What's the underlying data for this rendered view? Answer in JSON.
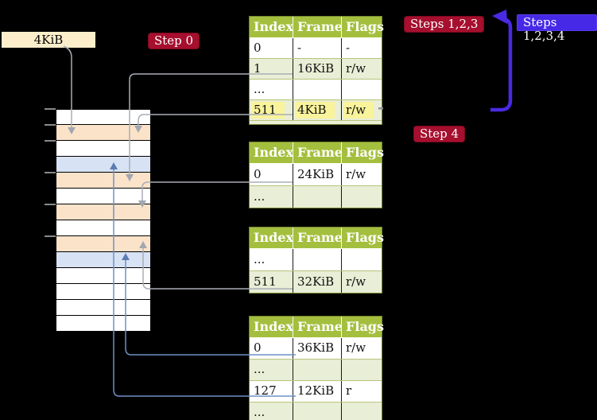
{
  "legend": {
    "frame_size_box": "4KiB"
  },
  "step_labels": {
    "step0": "Step 0",
    "steps123": "Steps 1,2,3",
    "steps1234": "Steps 1,2,3,4",
    "step4": "Step 4"
  },
  "table_headers": [
    "Index",
    "Frame",
    "Flags"
  ],
  "tables": {
    "t1": {
      "rows": [
        [
          "0",
          "-",
          "-"
        ],
        [
          "1",
          "16KiB",
          "r/w"
        ],
        [
          "...",
          "",
          ""
        ],
        [
          "511",
          "4KiB",
          "r/w"
        ]
      ]
    },
    "t2": {
      "rows": [
        [
          "0",
          "24KiB",
          "r/w"
        ],
        [
          "...",
          "",
          ""
        ]
      ]
    },
    "t3": {
      "rows": [
        [
          "...",
          "",
          ""
        ],
        [
          "511",
          "32KiB",
          "r/w"
        ]
      ]
    },
    "t4": {
      "rows": [
        [
          "0",
          "36KiB",
          "r/w"
        ],
        [
          "...",
          "",
          ""
        ],
        [
          "127",
          "12KiB",
          "r"
        ],
        [
          "...",
          "",
          ""
        ]
      ]
    }
  },
  "colors": {
    "background": "#000000",
    "table_header_green": "#a4bf3e",
    "table_row_light_green": "#e9eed6",
    "table_border_olive": "#78862f",
    "highlight_yellow": "#f9f39b",
    "memory_table_orange": "#fbe3c9",
    "memory_frame_blue": "#d7e3f4",
    "frame_box_cream": "#fdeecb",
    "step_label_crimson": "#a60f2e",
    "steps_label_blue": "#4629e6",
    "gray_arrow": "#a9adb6",
    "steel_blue_arrow": "#5b7cb5"
  }
}
